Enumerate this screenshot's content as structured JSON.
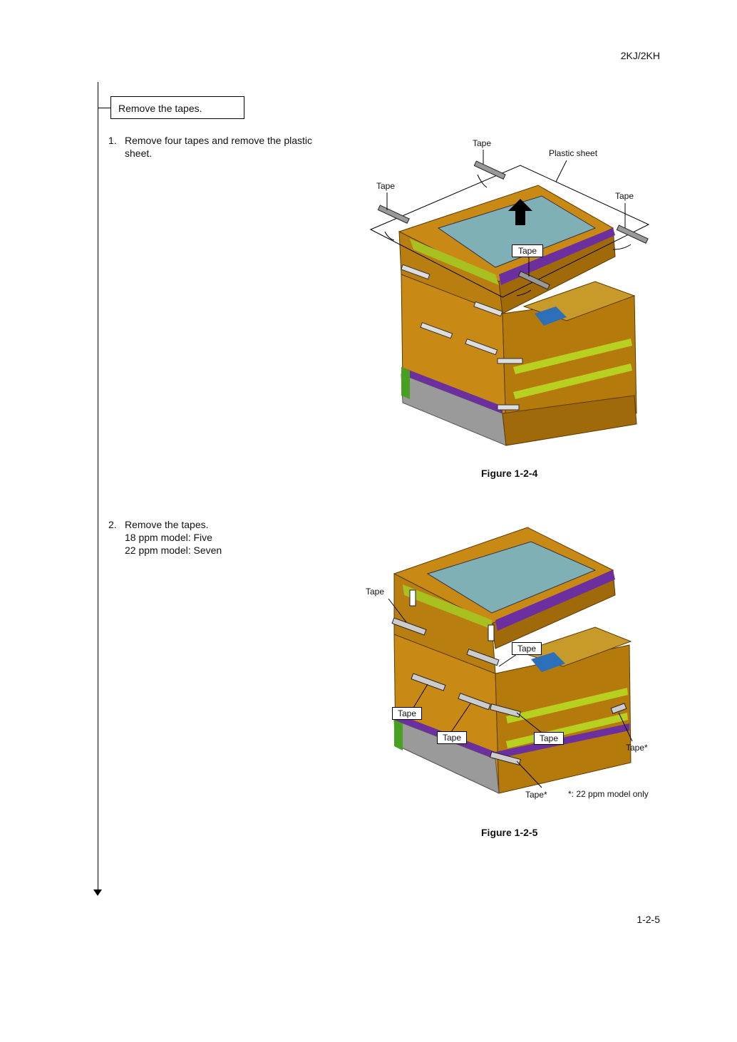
{
  "header": {
    "model": "2KJ/2KH"
  },
  "section": {
    "title": "Remove the tapes."
  },
  "steps": [
    {
      "number": "1.",
      "lines": [
        "Remove four tapes and remove the plastic",
        "sheet."
      ]
    },
    {
      "number": "2.",
      "lines": [
        "Remove the tapes.",
        "18 ppm model: Five",
        "22 ppm model: Seven"
      ]
    }
  ],
  "figure1": {
    "caption": "Figure 1-2-4",
    "labels": {
      "tape_top": "Tape",
      "plastic_sheet": "Plastic sheet",
      "tape_left": "Tape",
      "tape_right": "Tape",
      "tape_front": "Tape"
    }
  },
  "figure2": {
    "caption": "Figure 1-2-5",
    "labels": {
      "tape_upper_left": "Tape",
      "tape_center": "Tape",
      "tape_left": "Tape",
      "tape_lower_center": "Tape",
      "tape_lower_right": "Tape",
      "tape_star_right": "Tape*",
      "tape_star_bottom": "Tape*",
      "note": "*: 22 ppm model only"
    }
  },
  "footer": {
    "page": "1-2-5"
  }
}
